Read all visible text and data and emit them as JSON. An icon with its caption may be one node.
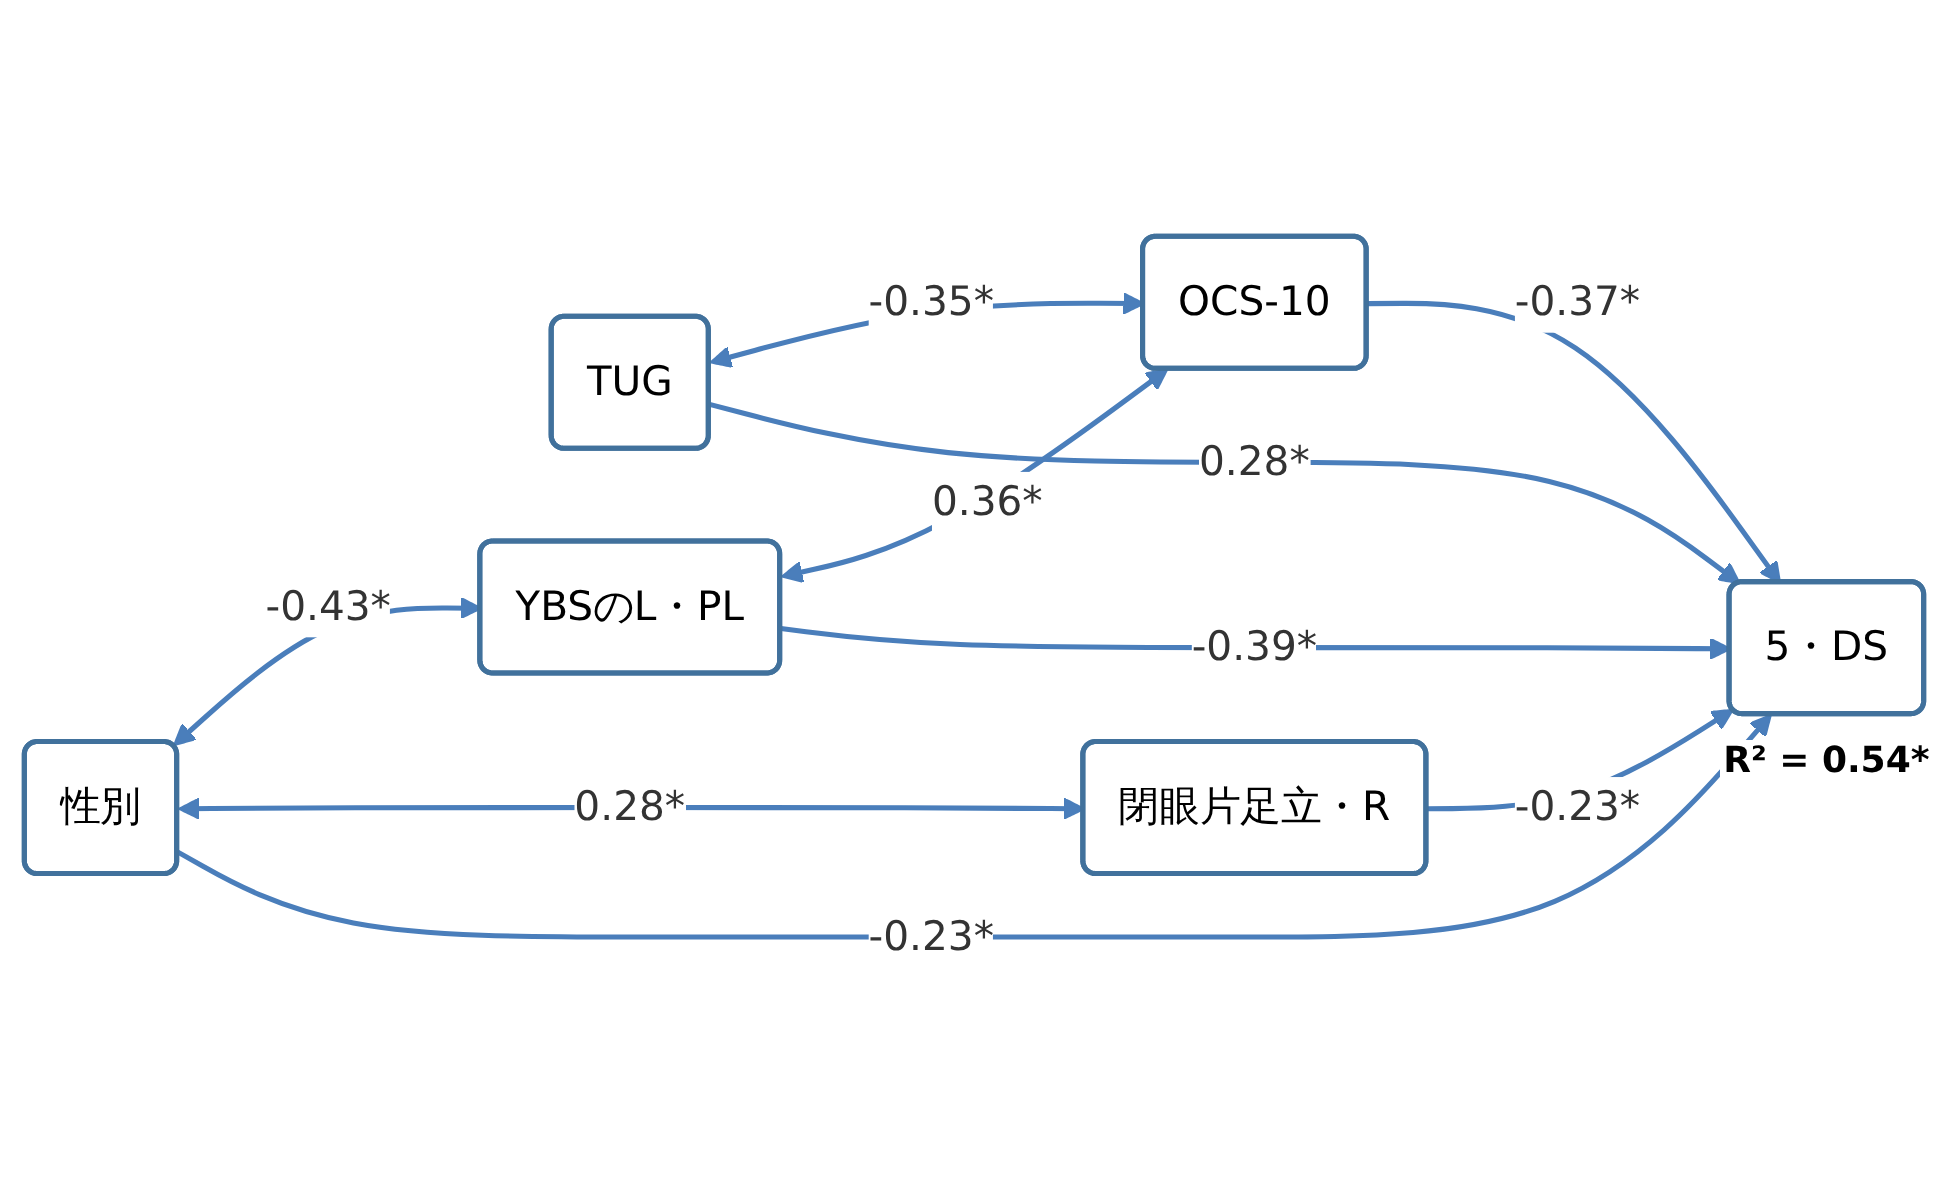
{
  "diagram": {
    "nodes": [
      {
        "text": [
          "OCS-10"
        ]
      },
      {
        "text": [
          "TUG"
        ]
      },
      {
        "text": [
          "YBSのL・PL"
        ]
      },
      {
        "text": [
          "閉眼片足立・R"
        ]
      },
      {
        "text": [
          "性別"
        ]
      },
      {
        "text": [
          "5・DS"
        ],
        "beside": [
          "R² = 0.54*"
        ]
      }
    ],
    "edges": [
      {
        "from": 2,
        "to": 0,
        "arrow": "both",
        "label": "0.36*"
      },
      {
        "from": 1,
        "to": 0,
        "arrow": "both",
        "label": "-0.35*"
      },
      {
        "from": 4,
        "to": 2,
        "arrow": "both",
        "label": "-0.43*"
      },
      {
        "from": 4,
        "to": 3,
        "arrow": "both",
        "label": "0.28*"
      },
      {
        "from": 0,
        "to": 5,
        "arrow": "to",
        "label": "-0.37*"
      },
      {
        "from": 1,
        "to": 5,
        "arrow": "to",
        "label": "0.28*"
      },
      {
        "from": 2,
        "to": 5,
        "arrow": "to",
        "label": "-0.39*"
      },
      {
        "from": 3,
        "to": 5,
        "arrow": "to",
        "label": "-0.23*"
      },
      {
        "from": 4,
        "to": 5,
        "arrow": "to",
        "label": "-0.23*"
      }
    ]
  }
}
